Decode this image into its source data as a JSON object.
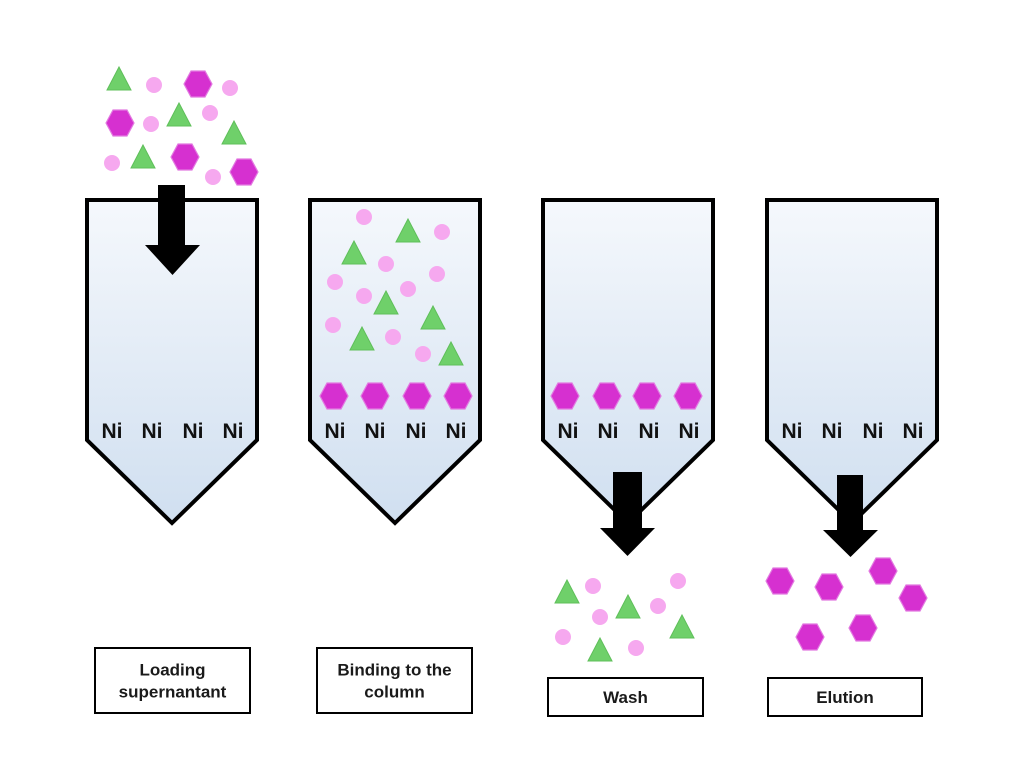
{
  "resin_label": "Ni",
  "steps": [
    {
      "id": "loading",
      "label_lines": [
        "Loading",
        "supernantant"
      ]
    },
    {
      "id": "binding",
      "label_lines": [
        "Binding to the",
        "column"
      ]
    },
    {
      "id": "wash",
      "label_lines": [
        "Wash"
      ]
    },
    {
      "id": "elution",
      "label_lines": [
        "Elution"
      ]
    }
  ],
  "colors": {
    "hexagon_fill": "#d630d0",
    "hexagon_stroke": "#e27ae0",
    "circle_fill": "#f6a8ef",
    "triangle_fill": "#6fd06a",
    "triangle_stroke": "#5fbf5a",
    "column_top": "#f5f8fc",
    "column_bottom": "#d0dff0",
    "outline": "#000000"
  }
}
